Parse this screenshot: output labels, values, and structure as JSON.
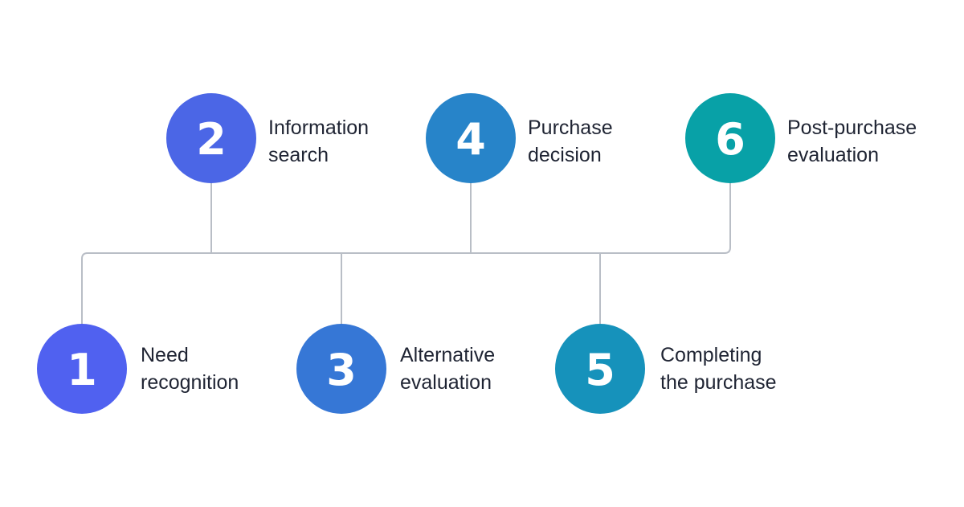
{
  "steps": [
    {
      "number": "1",
      "line1": "Need",
      "line2": "recognition",
      "color": "#5061f0"
    },
    {
      "number": "2",
      "line1": "Information",
      "line2": "search",
      "color": "#4b66e6"
    },
    {
      "number": "3",
      "line1": "Alternative",
      "line2": "evaluation",
      "color": "#3677d6"
    },
    {
      "number": "4",
      "line1": "Purchase",
      "line2": "decision",
      "color": "#2784c9"
    },
    {
      "number": "5",
      "line1": "Completing",
      "line2": "the purchase",
      "color": "#1692bb"
    },
    {
      "number": "6",
      "line1": "Post-purchase",
      "line2": "evaluation",
      "color": "#08a1a7"
    }
  ],
  "connector_color": "#b9bec6"
}
